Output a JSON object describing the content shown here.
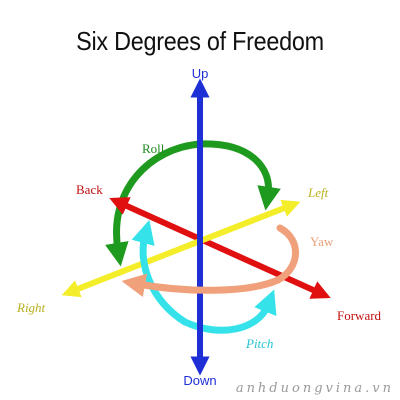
{
  "diagram": {
    "title": "Six Degrees of Freedom",
    "axes": {
      "up": "Up",
      "down": "Down",
      "back": "Back",
      "forward": "Forward",
      "left": "Left",
      "right": "Right"
    },
    "rotations": {
      "roll": "Roll",
      "yaw": "Yaw",
      "pitch": "Pitch"
    },
    "watermark": "anhduongvina.vn"
  },
  "colors": {
    "vertical_axis": "#1f2fd6",
    "back_forward_axis": "#e01010",
    "left_right_axis": "#f4ee2a",
    "roll_arrow": "#1e9a1e",
    "yaw_arrow": "#f0a07a",
    "pitch_arrow": "#35e2ea",
    "up_down_text": "#1f2fd6",
    "back_forward_text": "#c01010",
    "left_right_text": "#b8b020",
    "roll_text": "#1e8a1e",
    "yaw_text": "#e8a07a",
    "pitch_text": "#24c4d0"
  }
}
